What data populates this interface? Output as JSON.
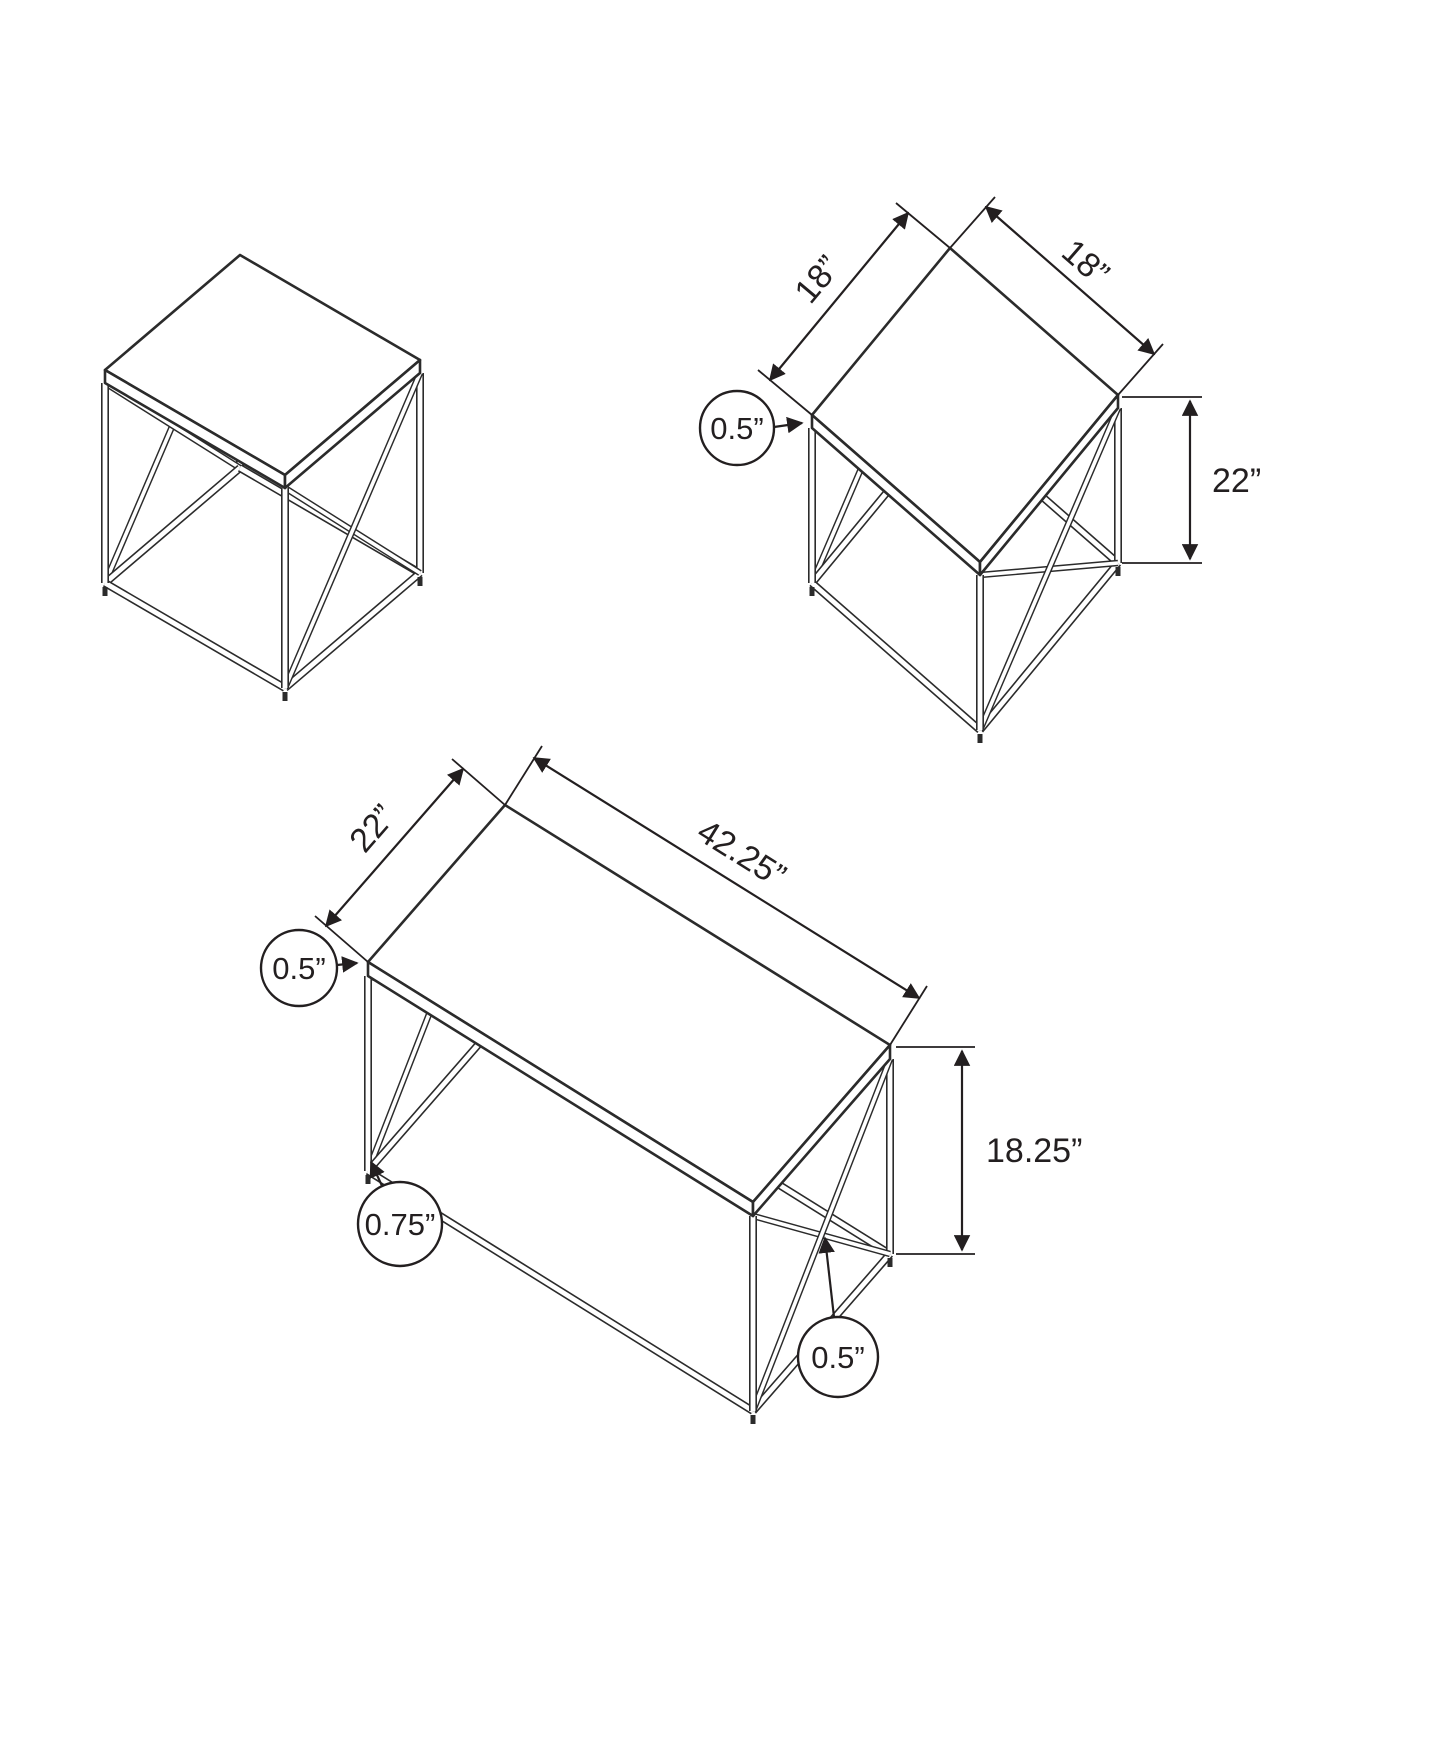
{
  "colors": {
    "line": "#2b2b2b",
    "text": "#231f20",
    "background": "#ffffff"
  },
  "end_table": {
    "side_a": "18”",
    "side_b": "18”",
    "height": "22”",
    "top_thickness": "0.5”"
  },
  "coffee_table": {
    "depth": "22”",
    "width": "42.25”",
    "height": "18.25”",
    "top_thickness": "0.5”",
    "frame_thickness": "0.75”",
    "brace_thickness": "0.5”"
  }
}
